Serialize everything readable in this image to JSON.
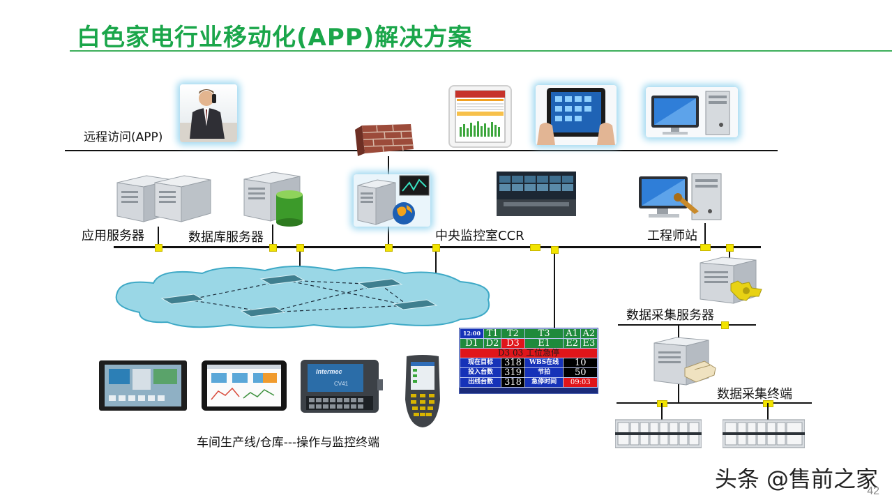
{
  "title": "白色家电行业移动化(APP)解决方案",
  "labels": {
    "remote_access": "远程访问(APP)",
    "app_server": "应用服务器",
    "db_server": "数据库服务器",
    "control_room": "中央监控室CCR",
    "engineer_station": "工程师站",
    "data_collect_server": "数据采集服务器",
    "data_collect_terminal": "数据采集终端",
    "workshop_terminals": "车间生产线/仓库---操作与监控终端"
  },
  "status_board": {
    "time": "12:00",
    "row1": [
      "T1",
      "T2",
      "T3",
      "A1",
      "A2"
    ],
    "row2": [
      "D1",
      "D2",
      "D3",
      "E1",
      "E2",
      "E3"
    ],
    "alert": "D3 03 工位急停",
    "metrics": [
      {
        "label": "现在目标",
        "value": "318",
        "label2": "WBS在线",
        "value2": "10"
      },
      {
        "label": "投入台数",
        "value": "319",
        "label2": "节拍",
        "value2": "50"
      },
      {
        "label": "出线台数",
        "value": "318",
        "label2": "急停时间",
        "value2": "09:03"
      }
    ]
  },
  "handheld_brand": "Intermec",
  "handheld_model": "CV41",
  "watermark": "头条 @售前之家",
  "page_number": "42",
  "colors": {
    "title": "#1aa64a",
    "bus_dot": "#f2e400",
    "cloud": "#9ad7e6",
    "board": "#1b2b7a"
  }
}
